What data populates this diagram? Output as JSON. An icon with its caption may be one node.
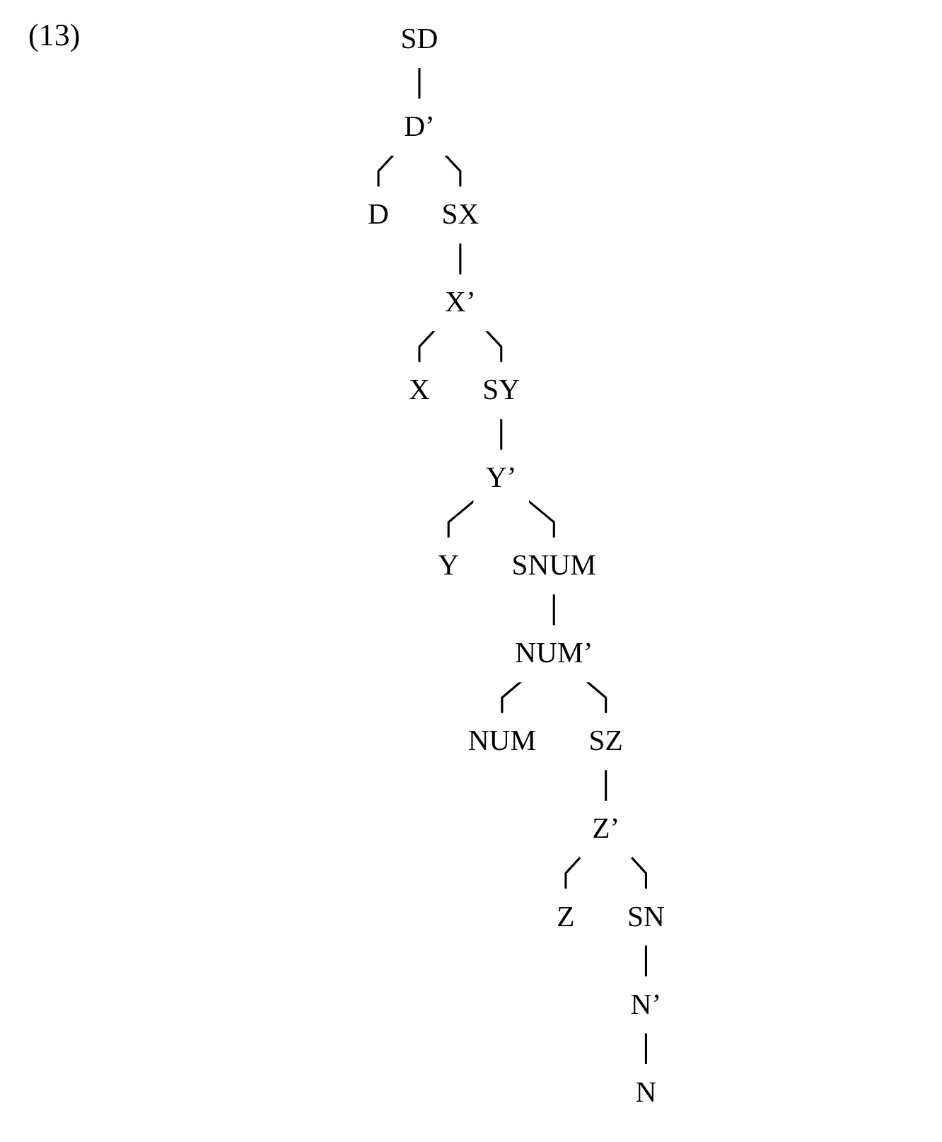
{
  "diagram": {
    "nodes": [
      {
        "text": [
          "SD"
        ]
      },
      {
        "text": [
          "D’"
        ]
      },
      {
        "text": [
          "D"
        ]
      },
      {
        "text": [
          "SX"
        ]
      },
      {
        "text": [
          "X’"
        ]
      },
      {
        "text": [
          "X"
        ]
      },
      {
        "text": [
          "SY"
        ]
      },
      {
        "text": [
          "Y’"
        ]
      },
      {
        "text": [
          "Y"
        ]
      },
      {
        "text": [
          "SNUM"
        ]
      },
      {
        "text": [
          "NUM’"
        ]
      },
      {
        "text": [
          "NUM"
        ]
      },
      {
        "text": [
          "SZ"
        ]
      },
      {
        "text": [
          "Z’"
        ]
      },
      {
        "text": [
          "Z"
        ]
      },
      {
        "text": [
          "SN"
        ]
      },
      {
        "text": [
          "N’"
        ]
      },
      {
        "text": [
          "N"
        ]
      }
    ],
    "edges": [
      {
        "from": 0,
        "to": 1,
        "arrow": "none"
      },
      {
        "from": 1,
        "to": 2,
        "arrow": "none"
      },
      {
        "from": 1,
        "to": 3,
        "arrow": "none"
      },
      {
        "from": 3,
        "to": 4,
        "arrow": "none"
      },
      {
        "from": 4,
        "to": 5,
        "arrow": "none"
      },
      {
        "from": 4,
        "to": 6,
        "arrow": "none"
      },
      {
        "from": 6,
        "to": 7,
        "arrow": "none"
      },
      {
        "from": 7,
        "to": 8,
        "arrow": "none"
      },
      {
        "from": 7,
        "to": 9,
        "arrow": "none"
      },
      {
        "from": 9,
        "to": 10,
        "arrow": "none"
      },
      {
        "from": 10,
        "to": 11,
        "arrow": "none"
      },
      {
        "from": 10,
        "to": 12,
        "arrow": "none"
      },
      {
        "from": 12,
        "to": 13,
        "arrow": "none"
      },
      {
        "from": 13,
        "to": 14,
        "arrow": "none"
      },
      {
        "from": 13,
        "to": 15,
        "arrow": "none"
      },
      {
        "from": 15,
        "to": 16,
        "arrow": "none"
      },
      {
        "from": 16,
        "to": 17,
        "arrow": "none"
      }
    ],
    "labels": [
      "(13)"
    ]
  }
}
